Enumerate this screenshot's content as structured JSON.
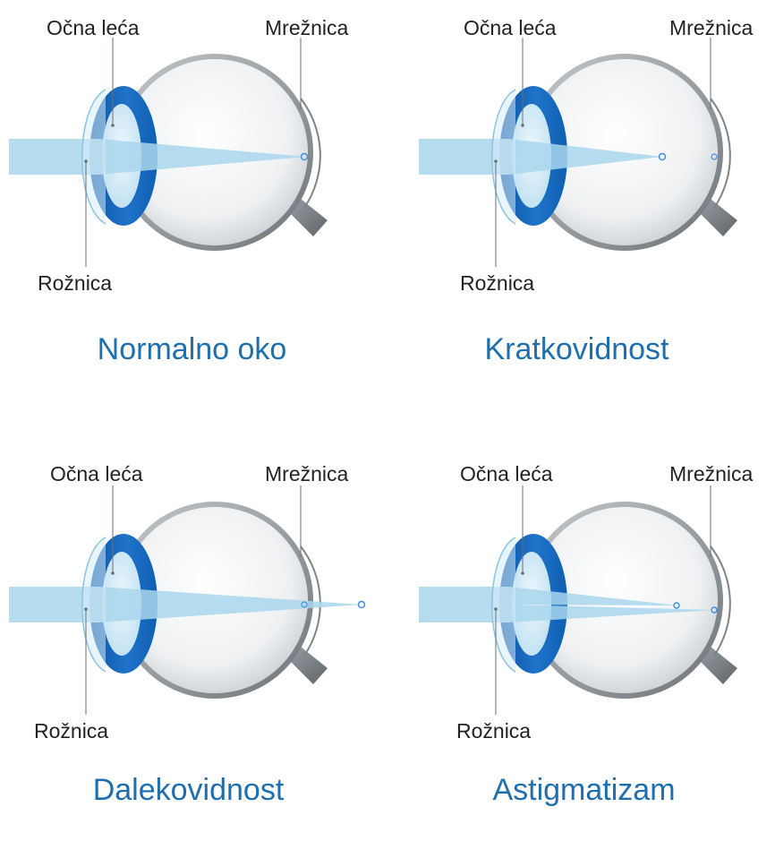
{
  "colors": {
    "title": "#1f6fae",
    "label": "#222222",
    "iris_dark": "#1565b8",
    "iris_light": "#3f8fdb",
    "beam": "#a9d6ec",
    "sclera_rim": "#9aa0a5",
    "lens": "#d6ecf8"
  },
  "diagrams": [
    {
      "title": "Normalno oko",
      "lens_label": "Očna leća",
      "retina_label": "Mrežnica",
      "cornea_label": "Rožnica",
      "condition": "normal"
    },
    {
      "title": "Kratkovidnost",
      "lens_label": "Očna leća",
      "retina_label": "Mrežnica",
      "cornea_label": "Rožnica",
      "condition": "myopia"
    },
    {
      "title": "Dalekovidnost",
      "lens_label": "Očna leća",
      "retina_label": "Mrežnica",
      "cornea_label": "Rožnica",
      "condition": "hyperopia"
    },
    {
      "title": "Astigmatizam",
      "lens_label": "Očna leća",
      "retina_label": "Mrežnica",
      "cornea_label": "Rožnica",
      "condition": "astigmatism"
    }
  ]
}
